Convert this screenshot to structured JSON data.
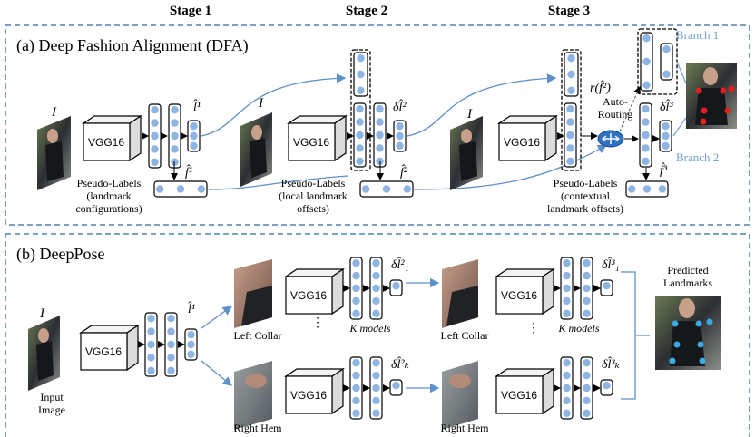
{
  "stages": [
    "Stage 1",
    "Stage 2",
    "Stage 3"
  ],
  "panel_a": {
    "title": "(a) Deep Fashion Alignment (DFA)",
    "input_symbol": "I",
    "network_label": "VGG16",
    "stage1": {
      "output": "l̂¹",
      "pseudo": "f̂¹",
      "caption": [
        "Pseudo-Labels",
        "(landmark",
        "configurations)"
      ]
    },
    "stage2": {
      "output": "δl̂²",
      "pseudo": "f̂²",
      "caption": [
        "Pseudo-Labels",
        "(local landmark",
        "offsets)"
      ]
    },
    "stage3": {
      "output": "δl̂³",
      "pseudo": "f̂³",
      "caption": [
        "Pseudo-Labels",
        "(contextual",
        "landmark offsets)"
      ]
    },
    "routing_formula": "r(f̂²)",
    "routing_label": [
      "Auto-",
      "Routing"
    ],
    "branch1": "Branch 1",
    "branch2": "Branch 2"
  },
  "panel_b": {
    "title": "(b) DeepPose",
    "input_symbol": "I",
    "input_caption": [
      "Input",
      "Image"
    ],
    "network_label": "VGG16",
    "stage1_output": "l̂¹",
    "left_collar": "Left Collar",
    "right_hem": "Right Hem",
    "k_models": "K models",
    "stage2_outputs": [
      "δl̂²₁",
      "δl̂²ₖ"
    ],
    "stage3_outputs": [
      "δl̂³₁",
      "δl̂³ₖ"
    ],
    "predicted": [
      "Predicted",
      "Landmarks"
    ]
  },
  "colors": {
    "node": "#8db4e2",
    "frame": "#2c6a9f",
    "branch": "#6fa0d6",
    "photo": "#3a3f45"
  }
}
